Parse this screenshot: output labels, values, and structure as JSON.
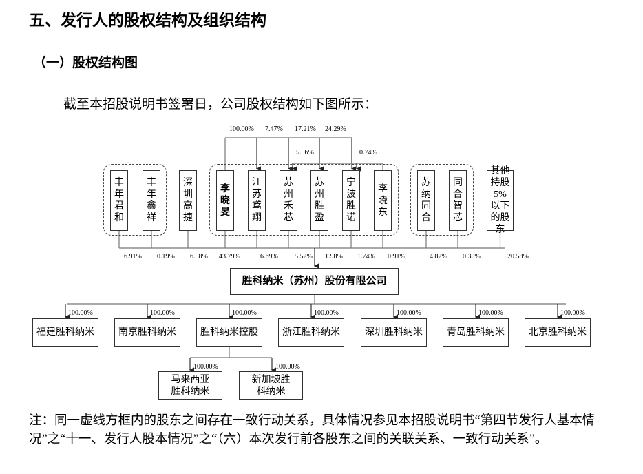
{
  "heading": "五、发行人的股权结构及组织结构",
  "subheading": "（一）股权结构图",
  "intro": "截至本招股说明书签署日，公司股权结构如下图所示：",
  "shareholders": [
    {
      "name": "丰年君和",
      "pct": "6.91%"
    },
    {
      "name": "丰年鑫祥",
      "pct": "0.19%"
    },
    {
      "name": "深圳高捷",
      "pct": "6.58%"
    },
    {
      "name": "李晓旻",
      "pct": "43.79%"
    },
    {
      "name": "江苏鸢翔",
      "pct": "6.69%"
    },
    {
      "name": "苏州禾芯",
      "pct": "5.52%"
    },
    {
      "name": "苏州胜盈",
      "pct": "1.98%"
    },
    {
      "name": "宁波胜诺",
      "pct": "1.74%"
    },
    {
      "name": "李晓东",
      "pct": "0.91%"
    },
    {
      "name": "苏纳同合",
      "pct": "4.82%"
    },
    {
      "name": "同合智芯",
      "pct": "0.30%"
    },
    {
      "name": "其他持股5%以下的股东",
      "pct": "20.58%"
    }
  ],
  "li_xiaomin_holdings": [
    "100.00%",
    "7.47%",
    "17.21%",
    "24.29%"
  ],
  "li_xiaodong_holdings": [
    "5.56%",
    "0.74%"
  ],
  "company": "胜科纳米（苏州）股份有限公司",
  "subsidiaries": [
    {
      "name": "福建胜科纳米",
      "pct": "100.00%"
    },
    {
      "name": "南京胜科纳米",
      "pct": "100.00%"
    },
    {
      "name": "胜科纳米控股",
      "pct": "100.00%"
    },
    {
      "name": "浙江胜科纳米",
      "pct": "100.00%"
    },
    {
      "name": "深圳胜科纳米",
      "pct": "100.00%"
    },
    {
      "name": "青岛胜科纳米",
      "pct": "100.00%"
    },
    {
      "name": "北京胜科纳米",
      "pct": "100.00%"
    }
  ],
  "sub_subsidiaries": [
    {
      "name": "马来西亚胜科纳米",
      "pct": "100.00%"
    },
    {
      "name": "新加坡胜科纳米",
      "pct": "100.00%"
    }
  ],
  "note": "注：同一虚线方框内的股东之间存在一致行动关系，具体情况参见本招股说明书“第四节发行人基本情况”之“十一、发行人股本情况”之“（六）本次发行前各股东之间的关联关系、一致行动关系”。"
}
